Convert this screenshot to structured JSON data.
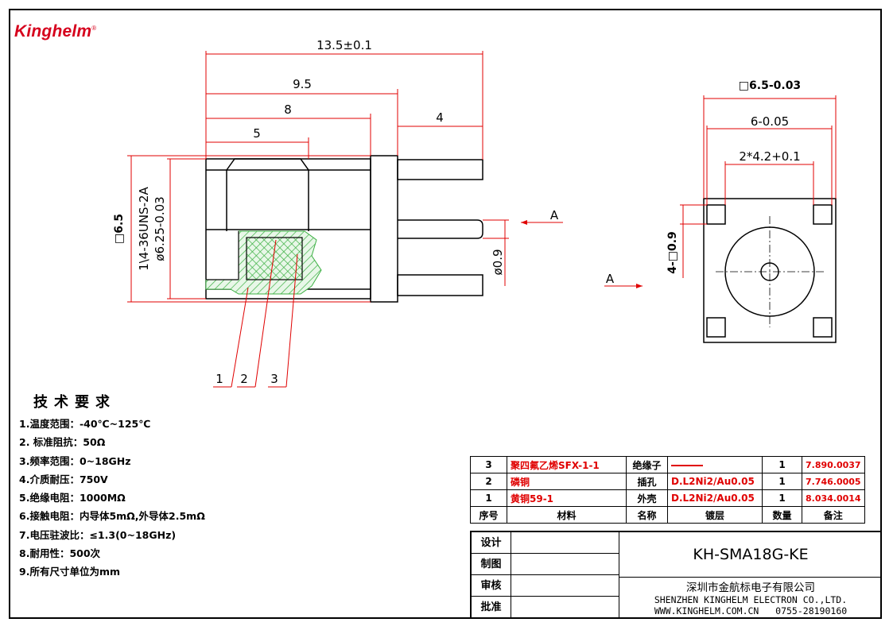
{
  "logo": {
    "name": "Kinghelm",
    "mark": "®"
  },
  "dimensions": {
    "total_length": "13.5±0.1",
    "d95": "9.5",
    "d8": "8",
    "d5": "5",
    "d4": "4",
    "square_side": "□6.5",
    "thread": "1\\4-36UNS-2A",
    "thread_dia": "ø6.25-0.03",
    "pin_dia": "ø0.9",
    "section_mark": "A",
    "flange_square": "□6.5-0.03",
    "pin_spacing": "6-0.05",
    "pin_holes": "2*4.2+0.1",
    "pin_square": "4-□0.9"
  },
  "callouts": [
    "1",
    "2",
    "3"
  ],
  "specs": {
    "title": "技术要求",
    "items": [
      "1.温度范围：-40℃~125℃",
      "2. 标准阻抗：50Ω",
      "3.频率范围：0~18GHz",
      "4.介质耐压：750V",
      "5.绝缘电阻：1000MΩ",
      "6.接触电阻：内导体5mΩ,外导体2.5mΩ",
      "7.电压驻波比：≤1.3(0~18GHz)",
      "8.耐用性：500次",
      "9.所有尺寸单位为mm"
    ]
  },
  "bom": {
    "rows": [
      {
        "no": "3",
        "material": "聚四氟乙烯SFX-1-1",
        "name": "绝缘子",
        "plating": "",
        "qty": "1",
        "note": "7.890.0037"
      },
      {
        "no": "2",
        "material": "磷铜",
        "name": "插孔",
        "plating": "D.L2Ni2/Au0.05",
        "qty": "1",
        "note": "7.746.0005"
      },
      {
        "no": "1",
        "material": "黄铜59-1",
        "name": "外壳",
        "plating": "D.L2Ni2/Au0.05",
        "qty": "1",
        "note": "8.034.0014"
      }
    ],
    "header": {
      "no": "序号",
      "material": "材料",
      "name": "名称",
      "plating": "镀层",
      "qty": "数量",
      "note": "备注"
    }
  },
  "title_block": {
    "labels": [
      "设计",
      "制图",
      "审核",
      "批准"
    ],
    "part_number": "KH-SMA18G-KE",
    "company_cn": "深圳市金航标电子有限公司",
    "company_en": "SHENZHEN KINGHELM ELECTRON CO.,LTD.",
    "website": "WWW.KINGHELM.COM.CN",
    "phone": "0755-28190160"
  },
  "colors": {
    "logo": "#d6001c",
    "dimension": "#e00000",
    "hatch": "#3cb043"
  }
}
